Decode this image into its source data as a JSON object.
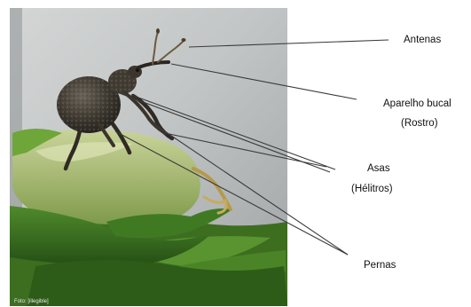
{
  "labels": {
    "antenas": "Antenas",
    "aparelho_bucal": "Aparelho bucal",
    "rostro": "(Rostro)",
    "asas": "Asas",
    "helitros": "(Hélitros)",
    "pernas": "Pernas"
  },
  "photo_caption": "Foto: [illegible]",
  "colors": {
    "leader_line": "#3a3a3a",
    "background": "#ffffff"
  }
}
